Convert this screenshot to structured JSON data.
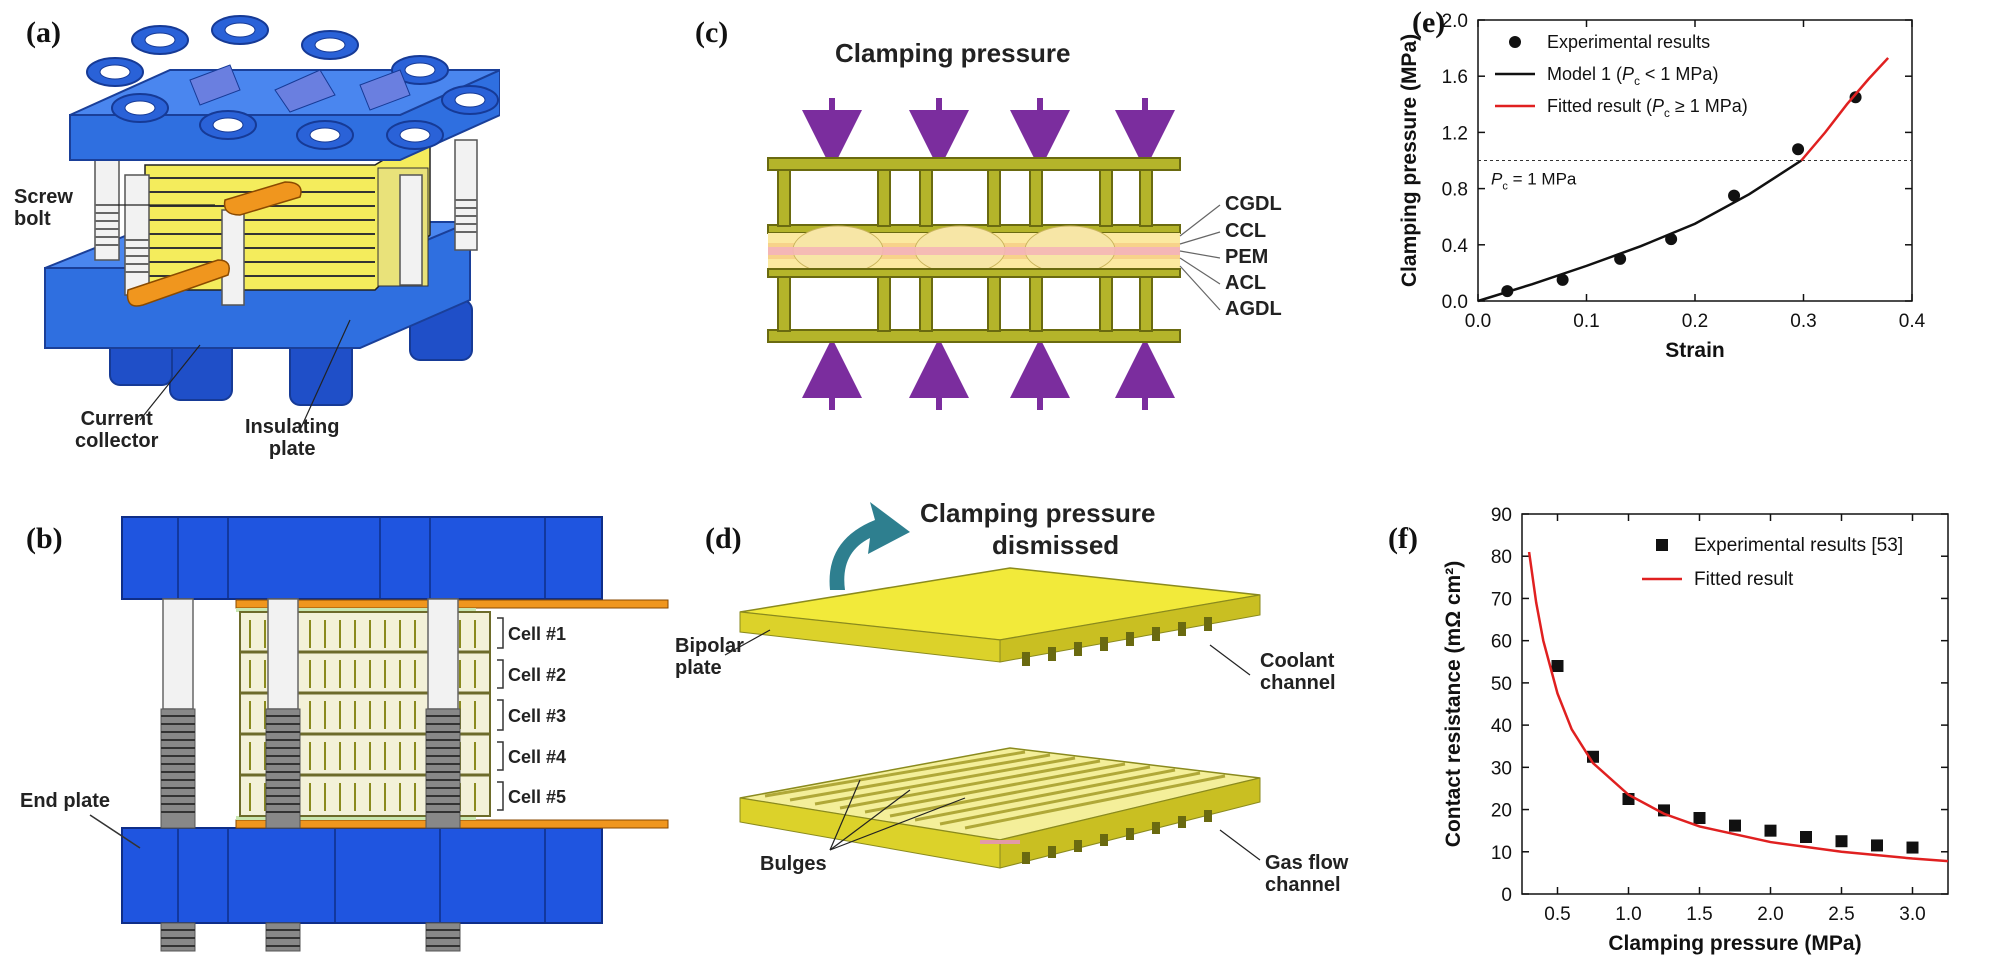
{
  "panels": {
    "a": {
      "label": "(a)",
      "annotations": {
        "screw_bolt": "Screw\nbolt",
        "current_collector": "Current\ncollector",
        "insulating_plate": "Insulating\nplate"
      }
    },
    "b": {
      "label": "(b)",
      "cells": [
        "Cell #1",
        "Cell #2",
        "Cell #3",
        "Cell #4",
        "Cell #5"
      ],
      "end_plate": "End plate"
    },
    "c": {
      "label": "(c)",
      "title": "Clamping pressure",
      "layers": [
        "CGDL",
        "CCL",
        "PEM",
        "ACL",
        "AGDL"
      ]
    },
    "d": {
      "label": "(d)",
      "title_line1": "Clamping pressure",
      "title_line2": "dismissed",
      "bipolar_plate": "Bipolar\nplate",
      "coolant_channel": "Coolant\nchannel",
      "bulges": "Bulges",
      "gas_flow_channel": "Gas flow\nchannel"
    },
    "e": {
      "label": "(e)",
      "pc_label": "P",
      "pc_sub": "c",
      "pc_rest": " = 1 MPa"
    },
    "f": {
      "label": "(f)"
    }
  },
  "colors": {
    "blue_plate": "#2f6fe0",
    "blue_dark": "#1c46b5",
    "yellow": "#f2ea3a",
    "olive": "#8a8a1e",
    "orange": "#f0961e",
    "purple": "#7b2d9e",
    "teal": "#2e7f8f",
    "red_fit": "#e02020"
  },
  "chart_data": [
    {
      "id": "e",
      "type": "scatter",
      "xlabel": "Strain",
      "ylabel": "Clamping pressure (MPa)",
      "xlim": [
        0.0,
        0.4
      ],
      "ylim": [
        0.0,
        2.0
      ],
      "xticks": [
        "0.0",
        "0.1",
        "0.2",
        "0.3",
        "0.4"
      ],
      "yticks": [
        "0.0",
        "0.4",
        "0.8",
        "1.2",
        "1.6",
        "2.0"
      ],
      "hline": 1.0,
      "legend_position": "top-left",
      "series": [
        {
          "name": "Experimental results",
          "kind": "points",
          "x": [
            0.027,
            0.078,
            0.131,
            0.178,
            0.236,
            0.295,
            0.348
          ],
          "y": [
            0.07,
            0.15,
            0.3,
            0.44,
            0.75,
            1.08,
            1.45
          ]
        },
        {
          "name": "Model 1 (P c < 1 MPa)",
          "name_main": "Model 1 (",
          "name_sub": "c",
          "name_italic": "P",
          "name_tail": " < 1 MPa)",
          "kind": "line",
          "color": "#111111",
          "x": [
            0.0,
            0.05,
            0.1,
            0.15,
            0.2,
            0.25,
            0.298
          ],
          "y": [
            0.0,
            0.12,
            0.25,
            0.39,
            0.55,
            0.76,
            1.0
          ]
        },
        {
          "name": "Fitted result (P c ≥ 1 MPa)",
          "name_main": "Fitted result (",
          "name_sub": "c",
          "name_italic": "P",
          "name_tail": " ≥ 1 MPa)",
          "kind": "line",
          "color": "#e02020",
          "x": [
            0.298,
            0.32,
            0.34,
            0.36,
            0.378
          ],
          "y": [
            1.0,
            1.2,
            1.4,
            1.58,
            1.73
          ]
        }
      ]
    },
    {
      "id": "f",
      "type": "scatter",
      "xlabel": "Clamping pressure (MPa)",
      "ylabel": "Contact resistance (mΩ cm²)",
      "xlim": [
        0.25,
        3.25
      ],
      "ylim": [
        0,
        90
      ],
      "xticks": [
        "0.5",
        "1.0",
        "1.5",
        "2.0",
        "2.5",
        "3.0"
      ],
      "yticks": [
        "0",
        "10",
        "20",
        "30",
        "40",
        "50",
        "60",
        "70",
        "80",
        "90"
      ],
      "legend_position": "top-right",
      "series": [
        {
          "name": "Experimental results [53]",
          "kind": "squares",
          "x": [
            0.5,
            0.75,
            1.0,
            1.25,
            1.5,
            1.75,
            2.0,
            2.25,
            2.5,
            2.75,
            3.0
          ],
          "y": [
            54,
            32.5,
            22.5,
            19.8,
            18,
            16.2,
            15,
            13.5,
            12.5,
            11.5,
            11
          ]
        },
        {
          "name": "Fitted result",
          "kind": "line",
          "color": "#e02020",
          "x": [
            0.3,
            0.35,
            0.4,
            0.5,
            0.6,
            0.75,
            1.0,
            1.25,
            1.5,
            2.0,
            2.5,
            3.0,
            3.25
          ],
          "y": [
            81,
            69,
            60,
            47.5,
            39,
            31,
            23.5,
            19,
            16,
            12.3,
            10,
            8.4,
            7.8
          ]
        }
      ]
    }
  ]
}
